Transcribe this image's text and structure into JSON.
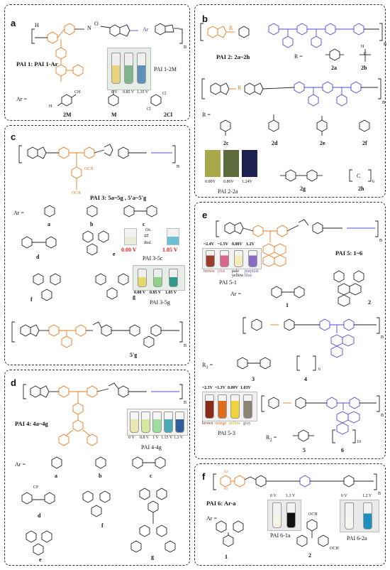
{
  "panels": {
    "a": {
      "label": "a",
      "series": "PAI 1:  PAI 1-Ar",
      "photo_caption": "PAI 1-2M",
      "voltages": [
        "0 V",
        "0.85 V",
        "1.35 V"
      ],
      "ar_label": "Ar  =",
      "subs": [
        "2M",
        "M",
        "2Cl"
      ],
      "n": "n",
      "ch3": "CH",
      "cl": "Cl",
      "h3c": "H",
      "atomO": "O",
      "atomN": "N",
      "atomH": "H",
      "arTag": "Ar"
    },
    "b": {
      "label": "b",
      "series": "PAI 2:  2a~2h",
      "r_label": "R  =",
      "r_label2": "R  =",
      "subs_top": [
        "2a",
        "2b"
      ],
      "subs_mid": [
        "2c",
        "2d",
        "2e",
        "2f"
      ],
      "subs_bot": [
        "2g",
        "2h"
      ],
      "voltages": [
        "0.00V",
        "0.86V",
        "1.24V"
      ],
      "photo_caption": "PAI 2-2a",
      "n": "n",
      "h": "H",
      "c": "C",
      "six": "6",
      "atomR": "R"
    },
    "c": {
      "label": "c",
      "series": "PAI 3:  5a~5g , 5'a~5'g",
      "ar_label": "Ar  =",
      "subs": [
        "a",
        "b",
        "c",
        "d",
        "e",
        "f",
        "g",
        "5'g"
      ],
      "ox": "Ox.",
      "red": "Red.",
      "v_left": "0.00 V",
      "v_right": "1.05 V",
      "caption_5c": "PAI 3-5c",
      "voltages": [
        "0.00 V",
        "0.85 V",
        "1.05 V"
      ],
      "caption_5g": "PAI 3-5g",
      "och3": "OCH",
      "n": "n"
    },
    "d": {
      "label": "d",
      "series": "PAI 4:  4a~4g",
      "voltages": [
        "0 V",
        "0.8 V",
        "1 V",
        "1.15 V",
        "1.3 V"
      ],
      "photo_caption": "PAI 4-4g",
      "ar_label": "Ar  =",
      "subs": [
        "a",
        "b",
        "c",
        "d",
        "e",
        "f",
        "g"
      ],
      "cf3": "CF",
      "n": "n"
    },
    "e": {
      "label": "e",
      "series": "PAI 5:  1~6",
      "volt_top": [
        "~2.4V",
        "~1.5V",
        "0.00V",
        "1.2V"
      ],
      "colors_top": [
        "brown",
        "pink",
        "pale\nyellow",
        "purplish\nblue"
      ],
      "caption_top": "PAI 5-1",
      "ar_label": "Ar  =",
      "subs_ar": [
        "1",
        "2"
      ],
      "r1_label": "R",
      "subs_r1": [
        "3",
        "4"
      ],
      "volt_bot": [
        "~2.3V",
        "~1.3V",
        "0.00V",
        "1.03V"
      ],
      "colors_bot": [
        "brown",
        "orange",
        "yellow",
        "gray"
      ],
      "caption_bot": "PAI 5-3",
      "r2_label": "R",
      "subs_r2": [
        "5",
        "6"
      ],
      "ten": "10",
      "six": "6",
      "n": "n"
    },
    "f": {
      "label": "f",
      "series": "PAI 6:  Ar-a",
      "ar_label": "Ar  =",
      "subs": [
        "1",
        "2"
      ],
      "volts_1a": [
        "0 V",
        "1.3 V"
      ],
      "caption_1a": "PAI 6-1a",
      "volts_2a": [
        "0 V",
        "1.2 V"
      ],
      "caption_2a": "PAI 6-2a",
      "och3": "OCH",
      "arTag": "Ar",
      "n": "n"
    }
  },
  "colors": {
    "orange": "#e87a1e",
    "blue": "#4b4bd0",
    "bond": "#222",
    "dash": "#333"
  }
}
